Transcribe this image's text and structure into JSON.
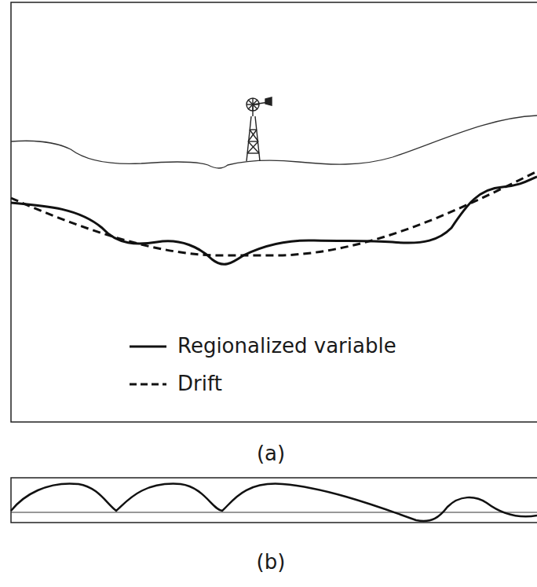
{
  "diagram": {
    "labels": [
      "(a)",
      "(b)"
    ],
    "legend": [
      {
        "text": "Regionalized variable"
      },
      {
        "text": "Drift"
      }
    ]
  }
}
